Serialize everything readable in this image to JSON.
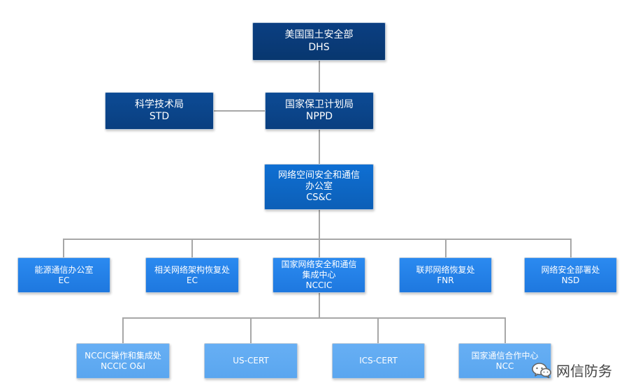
{
  "org_chart": {
    "root": {
      "name_zh": "美国国土安全部",
      "name_en": "DHS"
    },
    "side": {
      "name_zh": "科学技术局",
      "name_en": "STD"
    },
    "nppd": {
      "name_zh": "国家保卫计划局",
      "name_en": "NPPD"
    },
    "csc": {
      "name_zh_line1": "网络空间安全和通信",
      "name_zh_line2": "办公室",
      "name_en": "CS&C"
    },
    "offices": [
      {
        "name_zh": "能源通信办公室",
        "name_en": "EC"
      },
      {
        "name_zh": "相关网络架构恢复处",
        "name_en": "EC"
      },
      {
        "name_zh_line1": "国家网络安全和通信",
        "name_zh_line2": "集成中心",
        "name_en": "NCCIC"
      },
      {
        "name_zh": "联邦网络恢复处",
        "name_en": "FNR"
      },
      {
        "name_zh": "网络安全部署处",
        "name_en": "NSD"
      }
    ],
    "nccic_units": [
      {
        "name_zh": "NCCIC操作和集成处",
        "name_en": "NCCIC O&I"
      },
      {
        "name_zh": "",
        "name_en": "US-CERT"
      },
      {
        "name_zh": "",
        "name_en": "ICS-CERT"
      },
      {
        "name_zh": "国家通信合作中心",
        "name_en": "NCC"
      }
    ]
  },
  "watermark": {
    "text": "网信防务",
    "icon": "wechat-icon"
  },
  "colors": {
    "level0": "#08376f",
    "level1": "#0a3f80",
    "level2": "#0c5fb7",
    "level3": "#1e78df",
    "level4": "#5aa6ef",
    "connector": "#a7a7a7"
  }
}
